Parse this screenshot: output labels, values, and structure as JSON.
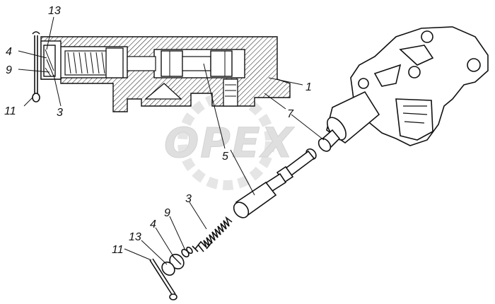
{
  "watermark": {
    "text": "OPEX",
    "color": "#d9d9d9"
  },
  "colors": {
    "ink": "#111111",
    "paper": "#ffffff"
  },
  "callouts": {
    "top_13": "13",
    "top_4": "4",
    "top_9": "9",
    "top_11": "11",
    "top_3": "3",
    "top_1": "1",
    "top_7": "7",
    "top_5": "5",
    "bottom_3": "3",
    "bottom_9": "9",
    "bottom_4": "4",
    "bottom_13": "13",
    "bottom_11": "11"
  }
}
